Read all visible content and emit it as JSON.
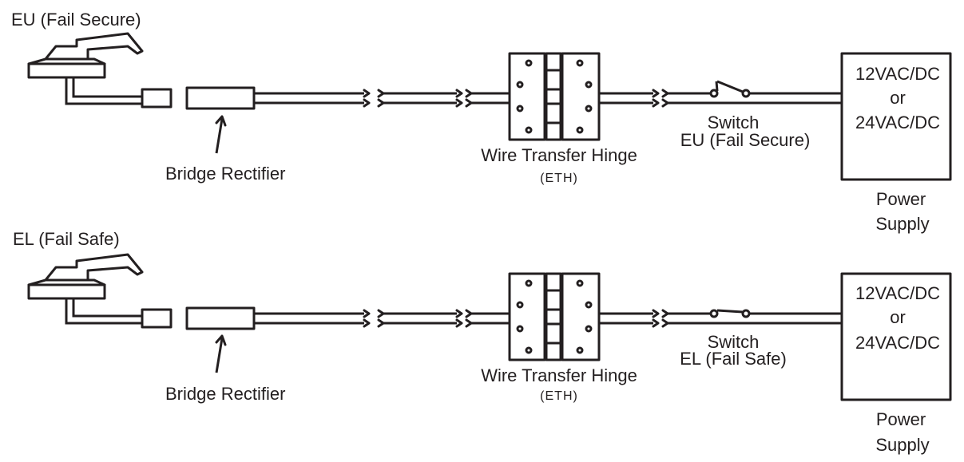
{
  "circuits": [
    {
      "lock_label": "EU (Fail Secure)",
      "rectifier_label": "Bridge Rectifier",
      "hinge_label": "Wire Transfer Hinge",
      "hinge_sub": "(ETH)",
      "switch_label": "Switch",
      "switch_sub": "EU (Fail Secure)",
      "switch_state": "open",
      "psu_line1": "12VAC/DC",
      "psu_line2": "or",
      "psu_line3": "24VAC/DC",
      "psu_caption1": "Power",
      "psu_caption2": "Supply"
    },
    {
      "lock_label": "EL (Fail Safe)",
      "rectifier_label": "Bridge Rectifier",
      "hinge_label": "Wire Transfer Hinge",
      "hinge_sub": "(ETH)",
      "switch_label": "Switch",
      "switch_sub": "EL (Fail Safe)",
      "switch_state": "closed",
      "psu_line1": "12VAC/DC",
      "psu_line2": "or",
      "psu_line3": "24VAC/DC",
      "psu_caption1": "Power",
      "psu_caption2": "Supply"
    }
  ]
}
